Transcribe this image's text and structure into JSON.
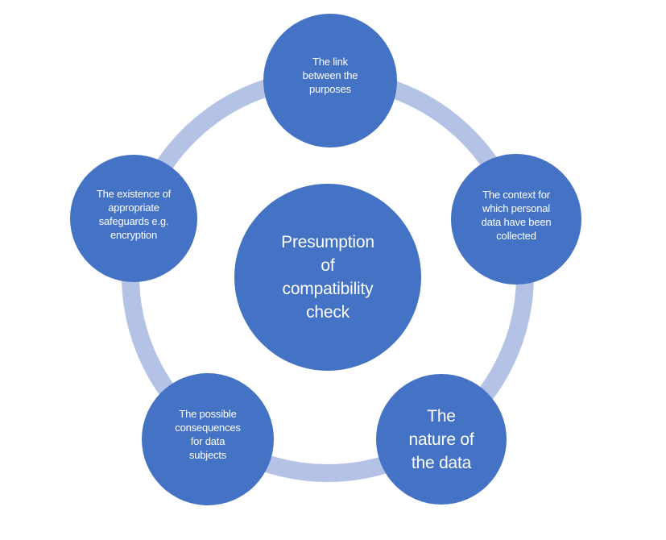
{
  "diagram": {
    "type": "cycle",
    "center": {
      "label": "Presumption\nof\ncompatibility\ncheck"
    },
    "nodes": [
      {
        "id": "link-between-purposes",
        "position": "top",
        "label": "The link\nbetween the\npurposes"
      },
      {
        "id": "context-of-collection",
        "position": "right",
        "label": "The context for\nwhich personal\ndata have been\ncollected"
      },
      {
        "id": "nature-of-data",
        "position": "bottom-right",
        "label": "The\nnature of\nthe data"
      },
      {
        "id": "consequences-for-subjects",
        "position": "bottom-left",
        "label": "The possible\nconsequences\nfor data\nsubjects"
      },
      {
        "id": "appropriate-safeguards",
        "position": "left",
        "label": "The existence of\nappropriate\nsafeguards e.g.\nencryption"
      }
    ],
    "colors": {
      "node_fill": "#4472c4",
      "ring": "#b4c2e5",
      "text": "#ffffff",
      "background": "#ffffff"
    }
  }
}
